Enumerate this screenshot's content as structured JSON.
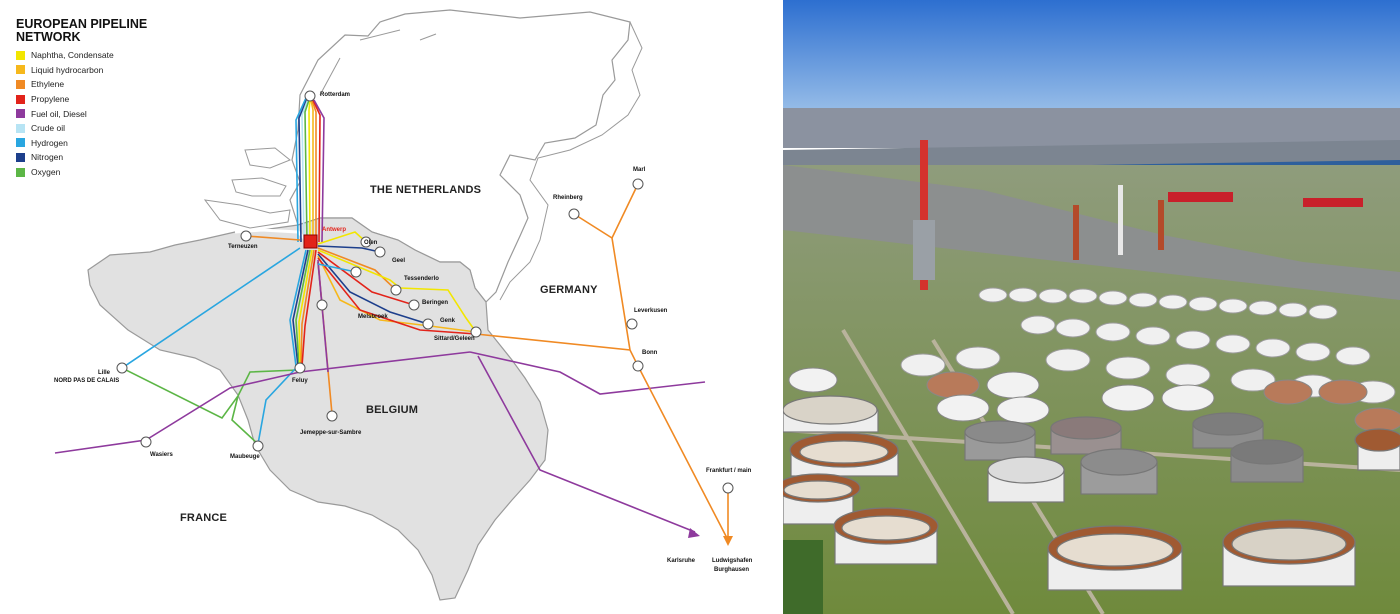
{
  "map": {
    "title": "EUROPEAN PIPELINE NETWORK",
    "legend": [
      {
        "label": "Naphtha, Condensate",
        "color": "#f2e600"
      },
      {
        "label": "Liquid hydrocarbon",
        "color": "#f6b81c"
      },
      {
        "label": "Ethylene",
        "color": "#f08a24"
      },
      {
        "label": "Propylene",
        "color": "#e2231a"
      },
      {
        "label": "Fuel oil, Diesel",
        "color": "#8e3a9d"
      },
      {
        "label": "Crude oil",
        "color": "#b7e4f4"
      },
      {
        "label": "Hydrogen",
        "color": "#29a6e0"
      },
      {
        "label": "Nitrogen",
        "color": "#1d3f8c"
      },
      {
        "label": "Oxygen",
        "color": "#5cb646"
      }
    ],
    "countries": {
      "netherlands": "THE NETHERLANDS",
      "germany": "GERMANY",
      "belgium": "BELGIUM",
      "france": "FRANCE"
    },
    "hub": "Antwerp",
    "cities": {
      "rotterdam": "Rotterdam",
      "terneuzen": "Terneuzen",
      "olen": "Olen",
      "geel": "Geel",
      "tessenderlo": "Tessenderlo",
      "beringen": "Beringen",
      "genk": "Genk",
      "melsbroek": "Melsbroek",
      "sittard": "Sittard/Geleen",
      "lille_line1": "Lille",
      "lille_line2": "NORD PAS DE CALAIS",
      "feluy": "Feluy",
      "jemeppe": "Jemeppe-sur-Sambre",
      "wasiers": "Wasiers",
      "maubeuge": "Maubeuge",
      "rheinberg": "Rheinberg",
      "marl": "Marl",
      "leverkusen": "Leverkusen",
      "bonn": "Bonn",
      "frankfurt": "Frankfurt / main",
      "karlsruhe": "Karlsruhe",
      "ludwigshafen_line1": "Ludwigshafen",
      "ludwigshafen_line2": "Burghausen"
    }
  }
}
